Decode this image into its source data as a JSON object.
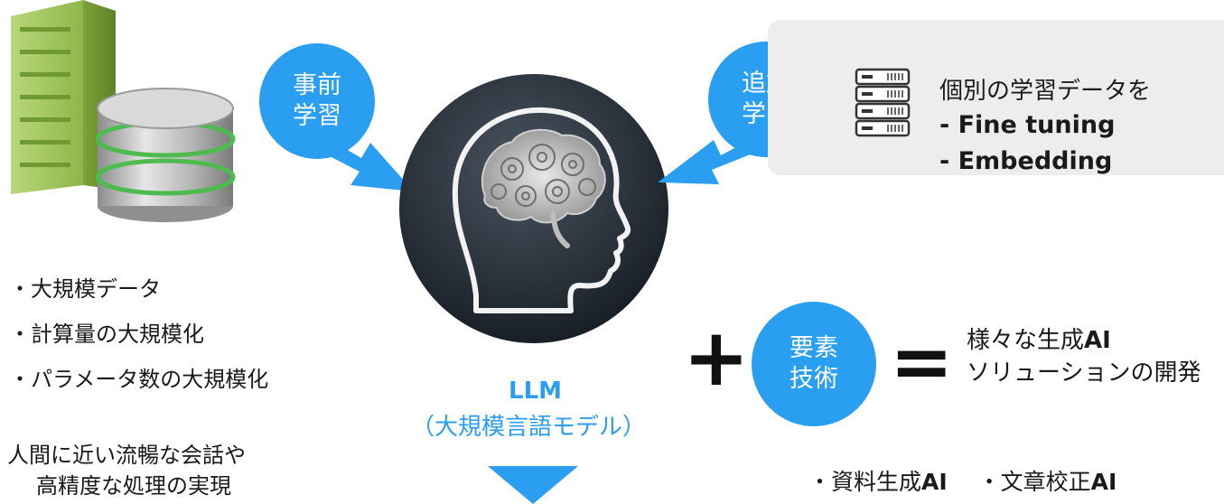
{
  "pretraining_bubble": {
    "line1": "事前",
    "line2": "学習"
  },
  "additional_bubble": {
    "line1": "追加",
    "line2": "学習"
  },
  "additional_panel": {
    "heading": "個別の学習データを",
    "items": [
      "- Fine tuning",
      "- Embedding"
    ]
  },
  "features": [
    "・大規模データ",
    "・計算量の大規模化",
    "・パラメータ数の大規模化"
  ],
  "outcome": {
    "line1": "人間に近い流暢な会話や",
    "line2": "高精度な処理の実現"
  },
  "llm": {
    "title": "LLM",
    "subtitle": "（大規模言語モデル）"
  },
  "plus_sign": "+",
  "element_bubble": {
    "line1": "要素",
    "line2": "技術"
  },
  "equals_sign": "=",
  "result": {
    "line1_prefix": "様々な生成",
    "line1_suffix": "AI",
    "line2": "ソリューションの開発"
  },
  "examples": {
    "item1_prefix": "・資料生成",
    "item1_suffix": "AI",
    "item2_prefix": "・文章校正",
    "item2_suffix": "AI"
  },
  "colors": {
    "accent": "#2a9ef0",
    "panel_bg": "#ededed",
    "head_dark": "#1e2630"
  }
}
